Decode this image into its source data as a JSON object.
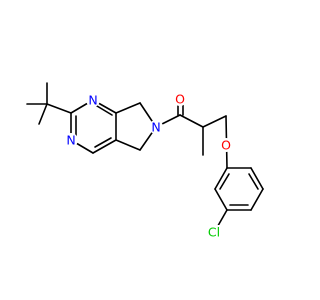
{
  "colors": {
    "background": "#ffffff",
    "carbon_bond": "#000000",
    "nitrogen": "#0000ff",
    "oxygen": "#ff0000",
    "chlorine": "#00cc00"
  },
  "atom_labels": {
    "n_pyrimidine_top": "N",
    "n_pyrimidine_bottom": "N",
    "n_pyrroline": "N",
    "o_carbonyl": "O",
    "o_ether": "O",
    "cl": "Cl"
  }
}
